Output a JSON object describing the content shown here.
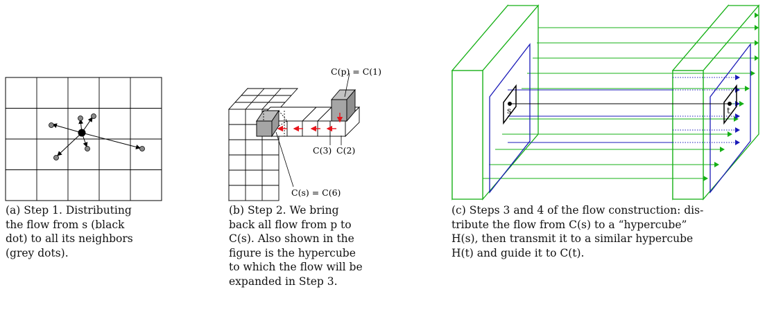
{
  "figure_a": {
    "caption": [
      "(a) Step 1. Distributing",
      "the flow from s (black",
      "dot) to all its neighbors",
      "(grey dots)."
    ]
  },
  "figure_b": {
    "labels": {
      "cp": "C(p) = C(1)",
      "c3": "C(3)",
      "c2": "C(2)",
      "cs": "C(s) = C(6)"
    },
    "caption": [
      "(b) Step 2.  We bring",
      "back all flow from p to",
      "C(s). Also shown in the",
      "figure is the hypercube",
      "to which the flow will be",
      "expanded in Step 3."
    ]
  },
  "figure_c": {
    "labels": {
      "s": "s",
      "t": "t"
    },
    "caption": [
      "(c) Steps 3 and 4 of the flow construction: dis-",
      "tribute the flow from C(s) to a “hypercube”",
      "H(s), then transmit it to a similar hypercube",
      "H(t) and guide it to C(t)."
    ]
  }
}
